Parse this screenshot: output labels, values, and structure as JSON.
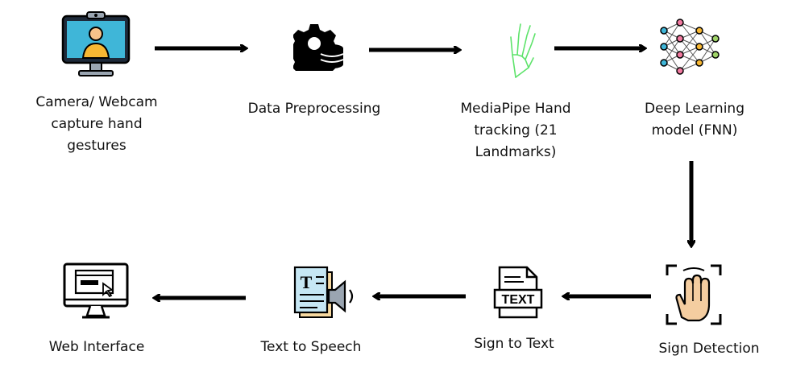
{
  "nodes": [
    {
      "label": "Camera/ Webcam\ncapture hand\ngestures",
      "icon": "webcam-monitor-icon"
    },
    {
      "label": "Data Preprocessing",
      "icon": "gear-database-icon"
    },
    {
      "label": "MediaPipe Hand\ntracking (21\nLandmarks)",
      "icon": "hand-landmark-icon"
    },
    {
      "label": "Deep Learning\nmodel   (FNN)",
      "icon": "neural-network-icon"
    },
    {
      "label": "Sign Detection",
      "icon": "hand-scan-icon"
    },
    {
      "label": "Sign to Text",
      "icon": "text-document-icon",
      "icon_text": "TEXT"
    },
    {
      "label": "Text to Speech",
      "icon": "speaker-document-icon",
      "icon_text": "T"
    },
    {
      "label": "Web Interface",
      "icon": "monitor-browser-icon"
    }
  ],
  "colors": {
    "arrow": "#000000",
    "accent_blue": "#3fb6d8",
    "accent_orange": "#f7b733",
    "hand_green": "#5ee36b",
    "nn_pink": "#f27aa0"
  }
}
